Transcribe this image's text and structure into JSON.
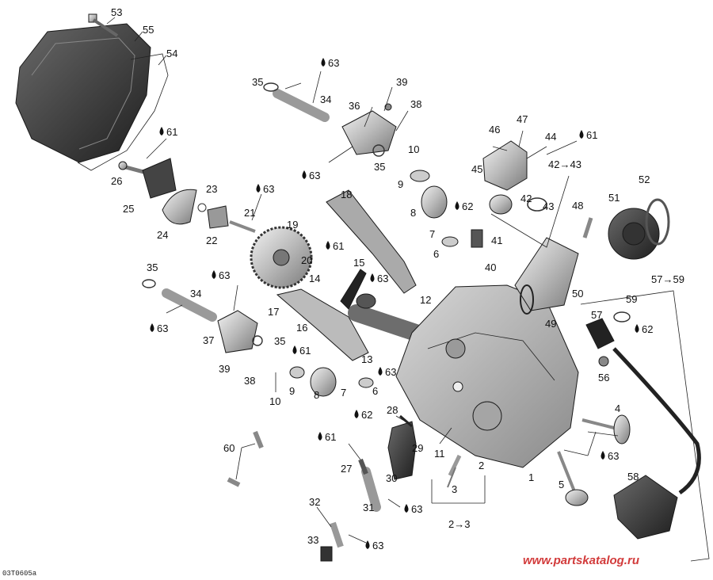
{
  "watermark": "www.partskatalog.ru",
  "figure_ref": "03T0605a",
  "callouts": [
    {
      "id": "c53",
      "text": "53"
    },
    {
      "id": "c55",
      "text": "55"
    },
    {
      "id": "c54",
      "text": "54"
    },
    {
      "id": "c63a",
      "text": "63",
      "drop": true
    },
    {
      "id": "c35a",
      "text": "35"
    },
    {
      "id": "c34a",
      "text": "34"
    },
    {
      "id": "c39a",
      "text": "39"
    },
    {
      "id": "c36",
      "text": "36"
    },
    {
      "id": "c38a",
      "text": "38"
    },
    {
      "id": "c10a",
      "text": "10"
    },
    {
      "id": "c35b",
      "text": "35"
    },
    {
      "id": "c63b",
      "text": "63",
      "drop": true
    },
    {
      "id": "c61a",
      "text": "61",
      "drop": true
    },
    {
      "id": "c26",
      "text": "26"
    },
    {
      "id": "c25",
      "text": "25"
    },
    {
      "id": "c23",
      "text": "23"
    },
    {
      "id": "c24",
      "text": "24"
    },
    {
      "id": "c22",
      "text": "22"
    },
    {
      "id": "c21",
      "text": "21"
    },
    {
      "id": "c63c",
      "text": "63",
      "drop": true
    },
    {
      "id": "c18",
      "text": "18"
    },
    {
      "id": "c9a",
      "text": "9"
    },
    {
      "id": "c8a",
      "text": "8"
    },
    {
      "id": "c62a",
      "text": "62",
      "drop": true
    },
    {
      "id": "c7a",
      "text": "7"
    },
    {
      "id": "c6a",
      "text": "6"
    },
    {
      "id": "c47",
      "text": "47"
    },
    {
      "id": "c46",
      "text": "46"
    },
    {
      "id": "c44",
      "text": "44"
    },
    {
      "id": "c61b",
      "text": "61",
      "drop": true
    },
    {
      "id": "c45",
      "text": "45"
    },
    {
      "id": "c42r",
      "text": "42→43"
    },
    {
      "id": "c42",
      "text": "42"
    },
    {
      "id": "c43",
      "text": "43"
    },
    {
      "id": "c41",
      "text": "41"
    },
    {
      "id": "c40",
      "text": "40"
    },
    {
      "id": "c48",
      "text": "48"
    },
    {
      "id": "c52",
      "text": "52"
    },
    {
      "id": "c51",
      "text": "51"
    },
    {
      "id": "c50",
      "text": "50"
    },
    {
      "id": "c49",
      "text": "49"
    },
    {
      "id": "c57r",
      "text": "57→59"
    },
    {
      "id": "c57",
      "text": "57"
    },
    {
      "id": "c59",
      "text": "59"
    },
    {
      "id": "c62b",
      "text": "62",
      "drop": true
    },
    {
      "id": "c56",
      "text": "56"
    },
    {
      "id": "c19",
      "text": "19"
    },
    {
      "id": "c20",
      "text": "20"
    },
    {
      "id": "c61c",
      "text": "61",
      "drop": true
    },
    {
      "id": "c15",
      "text": "15"
    },
    {
      "id": "c14",
      "text": "14"
    },
    {
      "id": "c63d",
      "text": "63",
      "drop": true
    },
    {
      "id": "c12",
      "text": "12"
    },
    {
      "id": "c17",
      "text": "17"
    },
    {
      "id": "c16",
      "text": "16"
    },
    {
      "id": "c61d",
      "text": "61",
      "drop": true
    },
    {
      "id": "c13",
      "text": "13"
    },
    {
      "id": "c63e",
      "text": "63",
      "drop": true
    },
    {
      "id": "c35c",
      "text": "35"
    },
    {
      "id": "c63f",
      "text": "63",
      "drop": true
    },
    {
      "id": "c34b",
      "text": "34"
    },
    {
      "id": "c63g",
      "text": "63",
      "drop": true
    },
    {
      "id": "c37",
      "text": "37"
    },
    {
      "id": "c35d",
      "text": "35"
    },
    {
      "id": "c39b",
      "text": "39"
    },
    {
      "id": "c38b",
      "text": "38"
    },
    {
      "id": "c10b",
      "text": "10"
    },
    {
      "id": "c9b",
      "text": "9"
    },
    {
      "id": "c8b",
      "text": "8"
    },
    {
      "id": "c7b",
      "text": "7"
    },
    {
      "id": "c6b",
      "text": "6"
    },
    {
      "id": "c62c",
      "text": "62",
      "drop": true
    },
    {
      "id": "c28",
      "text": "28"
    },
    {
      "id": "c29",
      "text": "29"
    },
    {
      "id": "c4",
      "text": "4"
    },
    {
      "id": "c63h",
      "text": "63",
      "drop": true
    },
    {
      "id": "c60",
      "text": "60"
    },
    {
      "id": "c61e",
      "text": "61",
      "drop": true
    },
    {
      "id": "c11",
      "text": "11"
    },
    {
      "id": "c2",
      "text": "2"
    },
    {
      "id": "c27",
      "text": "27"
    },
    {
      "id": "c30",
      "text": "30"
    },
    {
      "id": "c1",
      "text": "1"
    },
    {
      "id": "c3",
      "text": "3"
    },
    {
      "id": "c5",
      "text": "5"
    },
    {
      "id": "c58",
      "text": "58"
    },
    {
      "id": "c32",
      "text": "32"
    },
    {
      "id": "c31",
      "text": "31"
    },
    {
      "id": "c63i",
      "text": "63",
      "drop": true
    },
    {
      "id": "c23r",
      "text": "2→3"
    },
    {
      "id": "c33",
      "text": "33"
    },
    {
      "id": "c63j",
      "text": "63",
      "drop": true
    }
  ]
}
